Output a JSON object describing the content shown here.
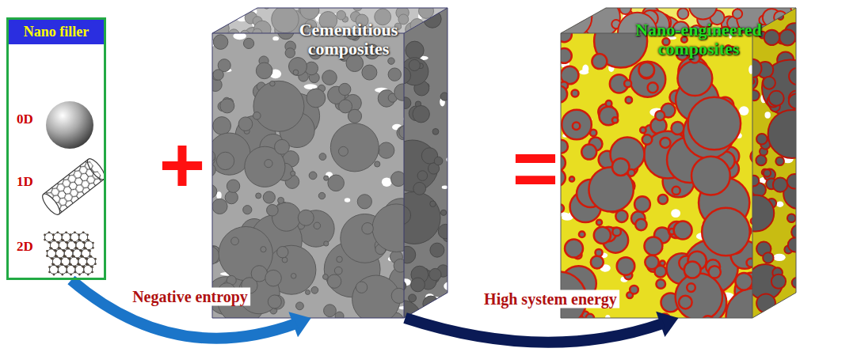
{
  "diagram": {
    "nodes": [
      {
        "text": [
          "Nano filler",
          "0D",
          "1D",
          "2D"
        ]
      },
      {
        "text": [
          "Cementitious composites"
        ]
      },
      {
        "text": [
          "Nano-engineered composites"
        ]
      }
    ],
    "edges": [
      {
        "from": 0,
        "to": 1,
        "label": "Negative entropy",
        "arrow": "to"
      },
      {
        "from": 1,
        "to": 2,
        "label": "High system energy",
        "arrow": "to"
      }
    ],
    "labels": [
      "+",
      "="
    ]
  }
}
